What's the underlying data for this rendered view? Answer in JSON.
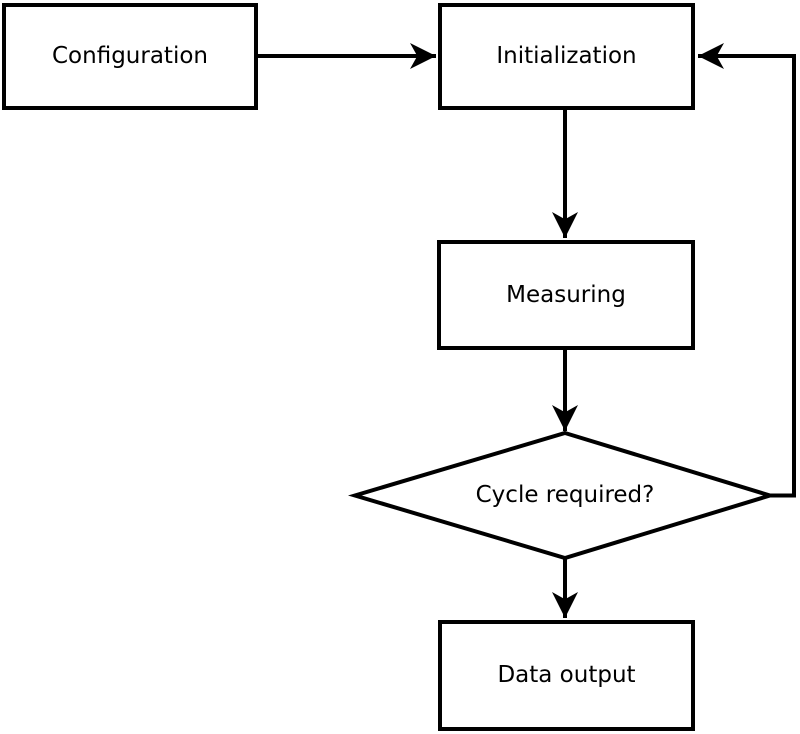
{
  "diagram": {
    "colors": {
      "stroke": "#000000",
      "node_fill": "#ffffff",
      "text": "#000000",
      "background": "#ffffff"
    },
    "nodes": [
      {
        "id": "configuration",
        "shape": "rectangle",
        "label": "Configuration"
      },
      {
        "id": "initialization",
        "shape": "rectangle",
        "label": "Initialization"
      },
      {
        "id": "measuring",
        "shape": "rectangle",
        "label": "Measuring"
      },
      {
        "id": "cycle_required",
        "shape": "diamond",
        "label": "Cycle required?"
      },
      {
        "id": "data_output",
        "shape": "rectangle",
        "label": "Data output"
      }
    ],
    "edges": [
      {
        "from": "configuration",
        "to": "initialization",
        "kind": "arrow"
      },
      {
        "from": "initialization",
        "to": "measuring",
        "kind": "arrow"
      },
      {
        "from": "measuring",
        "to": "cycle_required",
        "kind": "arrow"
      },
      {
        "from": "cycle_required",
        "to": "data_output",
        "kind": "arrow"
      },
      {
        "from": "cycle_required",
        "to": "initialization",
        "kind": "feedback-loop-arrow"
      }
    ]
  }
}
